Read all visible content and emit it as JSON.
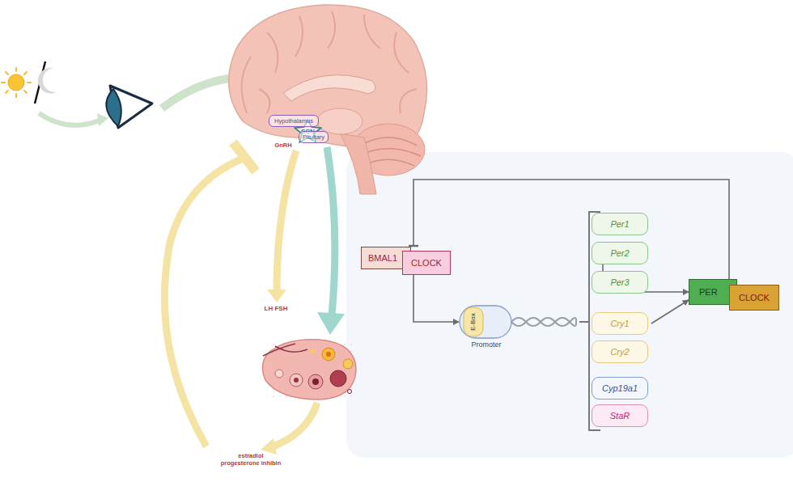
{
  "diagram": {
    "nodes": [
      {
        "text": [
          "SCN"
        ]
      },
      {
        "text": [
          "Hypothalamus"
        ]
      },
      {
        "text": [
          "Pituitary"
        ]
      },
      {
        "text": [
          "BMAL1"
        ]
      },
      {
        "text": [
          "CLOCK"
        ]
      },
      {
        "text": [
          "E-Box"
        ]
      },
      {
        "text": [
          "Per1"
        ]
      },
      {
        "text": [
          "Per2"
        ]
      },
      {
        "text": [
          "Per3"
        ]
      },
      {
        "text": [
          "Cry1"
        ]
      },
      {
        "text": [
          "Cry2"
        ]
      },
      {
        "text": [
          "Cyp19a1"
        ]
      },
      {
        "text": [
          "StaR"
        ]
      },
      {
        "text": [
          "PER"
        ]
      },
      {
        "text": [
          "CLOCK"
        ]
      }
    ],
    "edges": [
      {
        "from": 4,
        "to": 5,
        "arrow": "to"
      },
      {
        "from": 7,
        "to": 13,
        "arrow": "to"
      },
      {
        "from": 9,
        "to": 13,
        "arrow": "to"
      },
      {
        "from": 13,
        "to": 4,
        "arrow": "to"
      }
    ],
    "labels": [
      "GnRH",
      "LH FSH",
      "estradiol progesterone inhibin",
      "Promoter"
    ]
  }
}
